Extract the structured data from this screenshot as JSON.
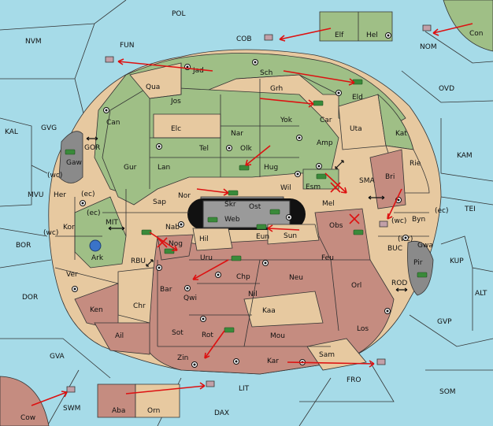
{
  "colors": {
    "sea": "#a6dbe8",
    "green_power": "#9fbf86",
    "tan_power": "#e7c9a0",
    "red_power": "#c58c80",
    "impassable": "#8a8a8a",
    "order_arrow": "#d11111",
    "army_unit": "#3a8a3a"
  },
  "sea_labels": [
    "POL",
    "NVM",
    "FUN",
    "COB",
    "NOM",
    "OVD",
    "KAL",
    "GVG",
    "GOR",
    "KAM",
    "MVU",
    "SMA",
    "TEI",
    "BOR",
    "MIT",
    "RBU",
    "BUC",
    "KUP",
    "DOR",
    "ALT",
    "ROD",
    "GVP",
    "GVA",
    "FRO",
    "SOM",
    "LIT",
    "SWM",
    "DAX"
  ],
  "coast_labels": [
    "(wc)",
    "(ec)",
    "(ec)",
    "(wc)",
    "(wc)",
    "(ec)",
    "(wc)"
  ],
  "land_labels": {
    "green": [
      "Jad",
      "Sch",
      "Qua",
      "Grh",
      "Eld",
      "Jos",
      "Car",
      "Can",
      "Yok",
      "Elc",
      "Nar",
      "Amp",
      "Tel",
      "Olk",
      "Gur",
      "Lan",
      "Hug",
      "Esm",
      "Gaw",
      "Nor",
      "Sap",
      "Skr",
      "Ost",
      "Nab",
      "Web",
      "Kor",
      "Ark",
      "Elf",
      "Hel",
      "Con"
    ],
    "tan": [
      "Uta",
      "Kat",
      "Rie",
      "Her",
      "Wil",
      "Byn",
      "Mel",
      "Eun",
      "Sun",
      "Hil",
      "Obs",
      "Ver",
      "Chr",
      "Sam",
      "Orn"
    ],
    "red": [
      "Bri",
      "Nog",
      "Uru",
      "Feu",
      "Chp",
      "Neu",
      "Bar",
      "Qwi",
      "Orl",
      "Nil",
      "Ken",
      "Kaa",
      "Ail",
      "Sot",
      "Rot",
      "Los",
      "Mou",
      "Zin",
      "Kar",
      "Aba",
      "Cow"
    ],
    "gray": [
      "Pir",
      "Gaw"
    ]
  }
}
